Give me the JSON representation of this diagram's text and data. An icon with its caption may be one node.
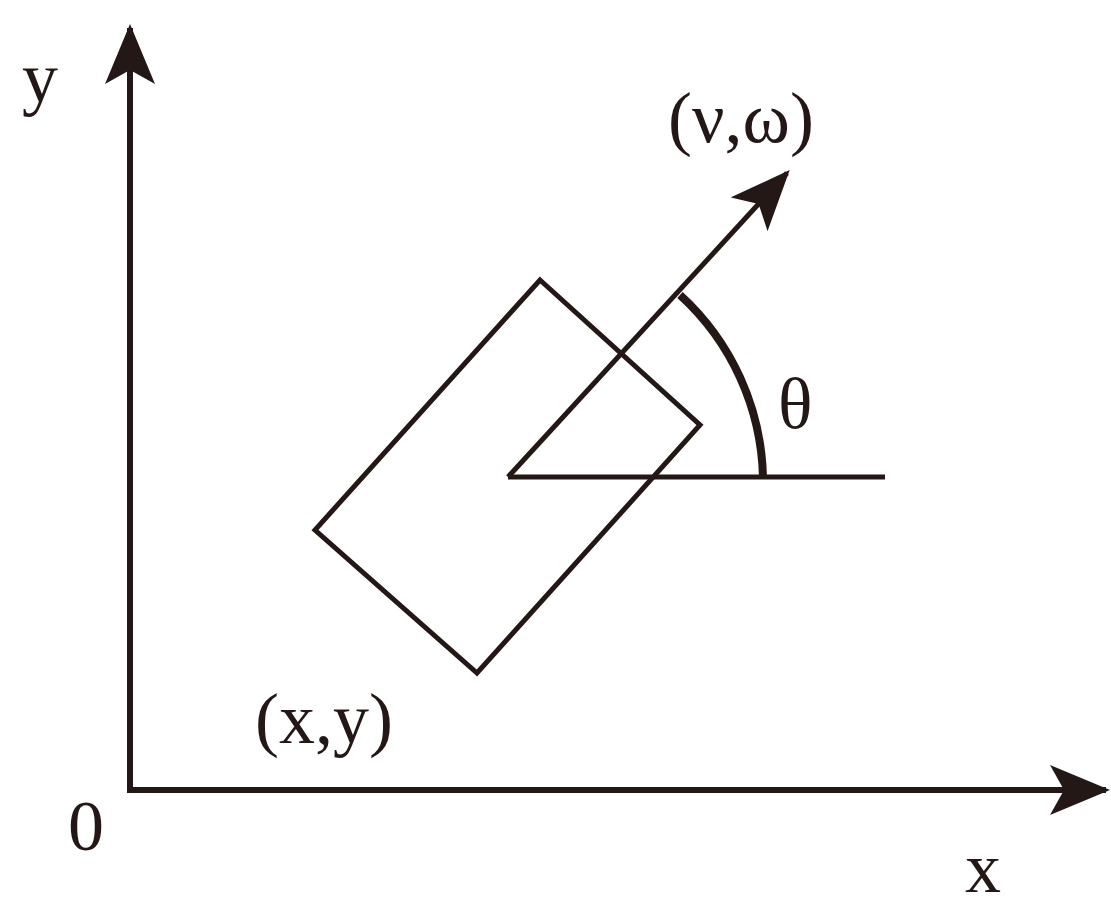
{
  "diagram": {
    "nodes": [
      {
        "text": [],
        "shape": "box"
      }
    ],
    "labels": [
      "y",
      "(ν,ω)",
      "θ",
      "(x,y)",
      "0",
      "x"
    ]
  }
}
